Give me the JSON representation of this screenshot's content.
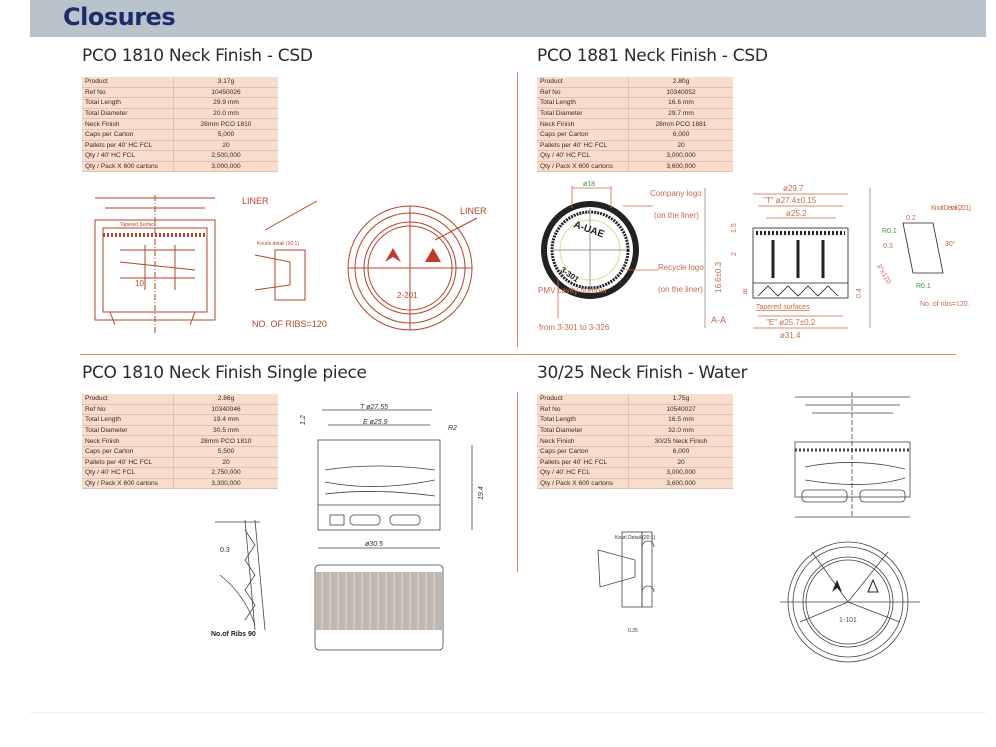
{
  "header": {
    "title": "Closures"
  },
  "colors": {
    "band": "#b9c3cc",
    "title": "#1f2c6b",
    "table_bg": "#f8dccd",
    "drawing_red": "#b5442a",
    "divider": "#d98a6a"
  },
  "sections": [
    {
      "title": "PCO 1810 Neck Finish - CSD",
      "specs": [
        {
          "label": "Product",
          "value": "3.17g"
        },
        {
          "label": "Ref No",
          "value": "10450026"
        },
        {
          "label": "Total Length",
          "value": "29.9 mm"
        },
        {
          "label": "Total Diameter",
          "value": "20.0 mm"
        },
        {
          "label": "Neck Finish",
          "value": "28mm PCO 1810"
        },
        {
          "label": "Caps per Carton",
          "value": "5,000"
        },
        {
          "label": "Pallets per 40' HC FCL",
          "value": "20"
        },
        {
          "label": "Qty / 40' HC FCL",
          "value": "2,500,000"
        },
        {
          "label": "Qty / Pack X 600 cartons",
          "value": "3,000,000"
        }
      ],
      "drawing": {
        "liner_label_1": "LINER",
        "liner_label_2": "LINER",
        "tapered_surface": "Tapered Surface",
        "knurl_detail": "Knurls detail (20:1)",
        "ribs": "NO. OF RIBS=120",
        "cavity": "2-201",
        "dim_10": "10"
      }
    },
    {
      "title": "PCO 1881 Neck Finish - CSD",
      "specs": [
        {
          "label": "Product",
          "value": "2.80g"
        },
        {
          "label": "Ref No",
          "value": "10340052"
        },
        {
          "label": "Total Length",
          "value": "16.6 mm"
        },
        {
          "label": "Total Diameter",
          "value": "29.7 mm"
        },
        {
          "label": "Neck Finish",
          "value": "28mm PCO 1881"
        },
        {
          "label": "Caps per Carton",
          "value": "6,000"
        },
        {
          "label": "Pallets per 40' HC FCL",
          "value": "20"
        },
        {
          "label": "Qty / 40' HC FCL",
          "value": "3,000,000"
        },
        {
          "label": "Qty / Pack X 600 cartons",
          "value": "3,600,000"
        }
      ],
      "drawing": {
        "d18": "ø18",
        "company_logo": "Company logo",
        "on_liner_1": "(on the liner)",
        "recycle_logo": "Recycle logo",
        "on_liner_2": "(on the liner)",
        "pmv": "PMV cavity number",
        "cavity_range": "from 3-301 to 3-326",
        "embossed_brand": "A-UAE",
        "embossed_cavity": "3-301",
        "d297": "ø29.7",
        "t274": "\"T\" ø27.4±0.15",
        "d252": "ø25.2",
        "len": "16.6±0.3",
        "d15": "1.5",
        "d2": "2",
        "d04": "0.4",
        "b": "B",
        "tapered": "Tapered surfaces",
        "e257": "\"E\" ø25.7±0.2",
        "d314": "ø31.4",
        "aa": "A-A",
        "knurl_detail": "Knurl Detail (20:1)",
        "d02": "0.2",
        "r01a": "R0.1",
        "d03": "0.3",
        "angle": "30°",
        "d3x120": "3°x120",
        "r01b": "R0.1",
        "ribs": "No. of ribs=120."
      }
    },
    {
      "title": "PCO 1810 Neck Finish Single piece",
      "specs": [
        {
          "label": "Product",
          "value": "2.86g"
        },
        {
          "label": "Ref No",
          "value": "10340046"
        },
        {
          "label": "Total Length",
          "value": "19.4 mm"
        },
        {
          "label": "Total Diameter",
          "value": "30.5 mm"
        },
        {
          "label": "Neck Finish",
          "value": "28mm PCO 1810"
        },
        {
          "label": "Caps per Carton",
          "value": "5,500"
        },
        {
          "label": "Pallets per 40' HC FCL",
          "value": "20"
        },
        {
          "label": "Qty / 40' HC FCL",
          "value": "2,750,000"
        },
        {
          "label": "Qty / Pack X 600 cartons",
          "value": "3,300,000"
        }
      ],
      "drawing": {
        "t2755": "T ø27.55",
        "e259": "E ø25.9",
        "d12": "1.2",
        "r2": "R2",
        "len": "19.4",
        "d305": "ø30.5",
        "d03": "0.3",
        "ribs": "No.of Ribs 90"
      }
    },
    {
      "title": "30/25 Neck Finish - Water",
      "specs": [
        {
          "label": "Product",
          "value": "1.75g"
        },
        {
          "label": "Ref No",
          "value": "10540027"
        },
        {
          "label": "Total Length",
          "value": "16.5 mm"
        },
        {
          "label": "Total Diameter",
          "value": "32.0 mm"
        },
        {
          "label": "Neck Finish",
          "value": "30/25 Neck Finish"
        },
        {
          "label": "Caps per Carton",
          "value": "6,000"
        },
        {
          "label": "Pallets per 40' HC FCL",
          "value": "20"
        },
        {
          "label": "Qty / 40' HC FCL",
          "value": "3,000,000"
        },
        {
          "label": "Qty / Pack X 600 cartons",
          "value": "3,600,000"
        }
      ],
      "drawing": {
        "knurl_detail": "Knurl Detail (20:1)",
        "d035": "0.35",
        "cavity": "1-101"
      }
    }
  ]
}
